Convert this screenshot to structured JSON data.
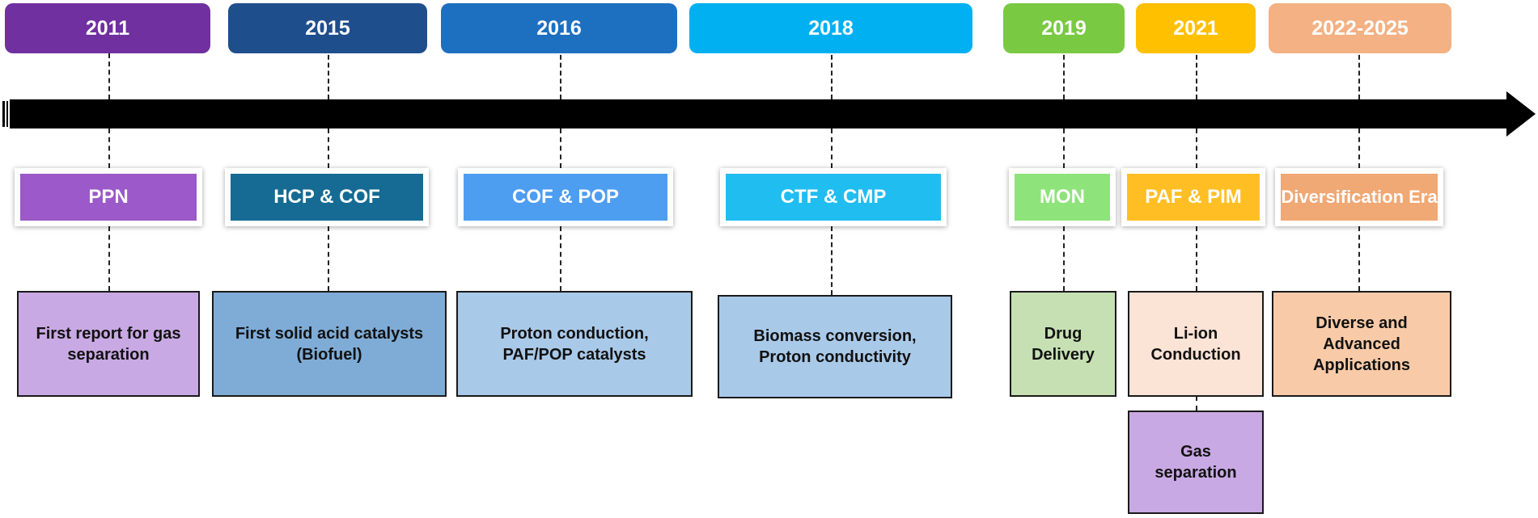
{
  "timeline": {
    "milestones": [
      {
        "year": "2011",
        "year_color": "#7030a0",
        "material": "PPN",
        "material_color": "#9b59c9",
        "application": "First report for gas separation",
        "application_color": "#c9a9e3"
      },
      {
        "year": "2015",
        "year_color": "#1f4e8c",
        "material": "HCP & COF",
        "material_color": "#156b93",
        "application": "First solid acid catalysts (Biofuel)",
        "application_color": "#7eacd6"
      },
      {
        "year": "2016",
        "year_color": "#1d6fc0",
        "material": "COF & POP",
        "material_color": "#4d9df0",
        "application": "Proton conduction, PAF/POP catalysts",
        "application_color": "#a9c9e8"
      },
      {
        "year": "2018",
        "year_color": "#00b0f0",
        "material": "CTF & CMP",
        "material_color": "#20bdf0",
        "application": "Biomass conversion, Proton conductivity",
        "application_color": "#a9c9e8"
      },
      {
        "year": "2019",
        "year_color": "#7ac943",
        "material": "MON",
        "material_color": "#8ee37a",
        "application": "Drug Delivery",
        "application_color": "#c6e0b4"
      },
      {
        "year": "2021",
        "year_color": "#ffc000",
        "material": "PAF & PIM",
        "material_color": "#ffbf24",
        "application": "Li-ion Conduction",
        "application_color": "#fbe3d5"
      },
      {
        "year": "2022-2025",
        "year_color": "#f4b183",
        "material": "Diversification Era",
        "material_color": "#f0a874",
        "application": "Diverse and Advanced Applications",
        "application_color": "#f8caa8"
      }
    ],
    "extra_application": {
      "text": "Gas separation",
      "color": "#c9a9e3"
    }
  }
}
